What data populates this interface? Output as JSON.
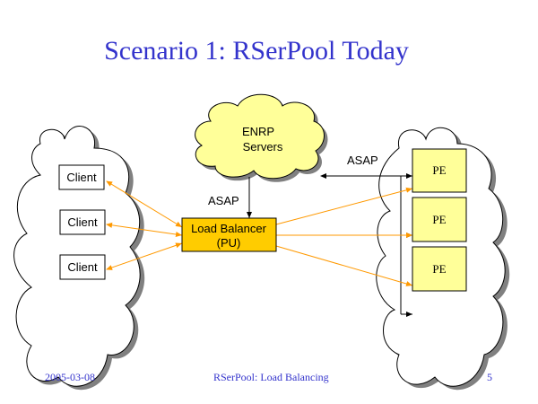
{
  "slide": {
    "title": "Scenario 1: RSerPool Today"
  },
  "diagram": {
    "enrp_cloud": {
      "line1": "ENRP",
      "line2": "Servers"
    },
    "load_balancer": {
      "line1": "Load Balancer",
      "line2": "(PU)"
    },
    "clients": [
      {
        "label": "Client"
      },
      {
        "label": "Client"
      },
      {
        "label": "Client"
      }
    ],
    "pool_elements": [
      {
        "label": "PE"
      },
      {
        "label": "PE"
      },
      {
        "label": "PE"
      }
    ],
    "asap_labels": {
      "enrp_to_pu": "ASAP",
      "enrp_to_pe": "ASAP"
    },
    "colors": {
      "title": "#3333CC",
      "enrp_fill": "#FFFF99",
      "pe_fill": "#FFFF99",
      "lb_fill": "#FFCC00",
      "traffic_arrow": "#FF9900",
      "shadow": "#808080"
    }
  },
  "footer": {
    "date": "2005-03-08",
    "center": "RSerPool: Load Balancing",
    "page": "5"
  }
}
